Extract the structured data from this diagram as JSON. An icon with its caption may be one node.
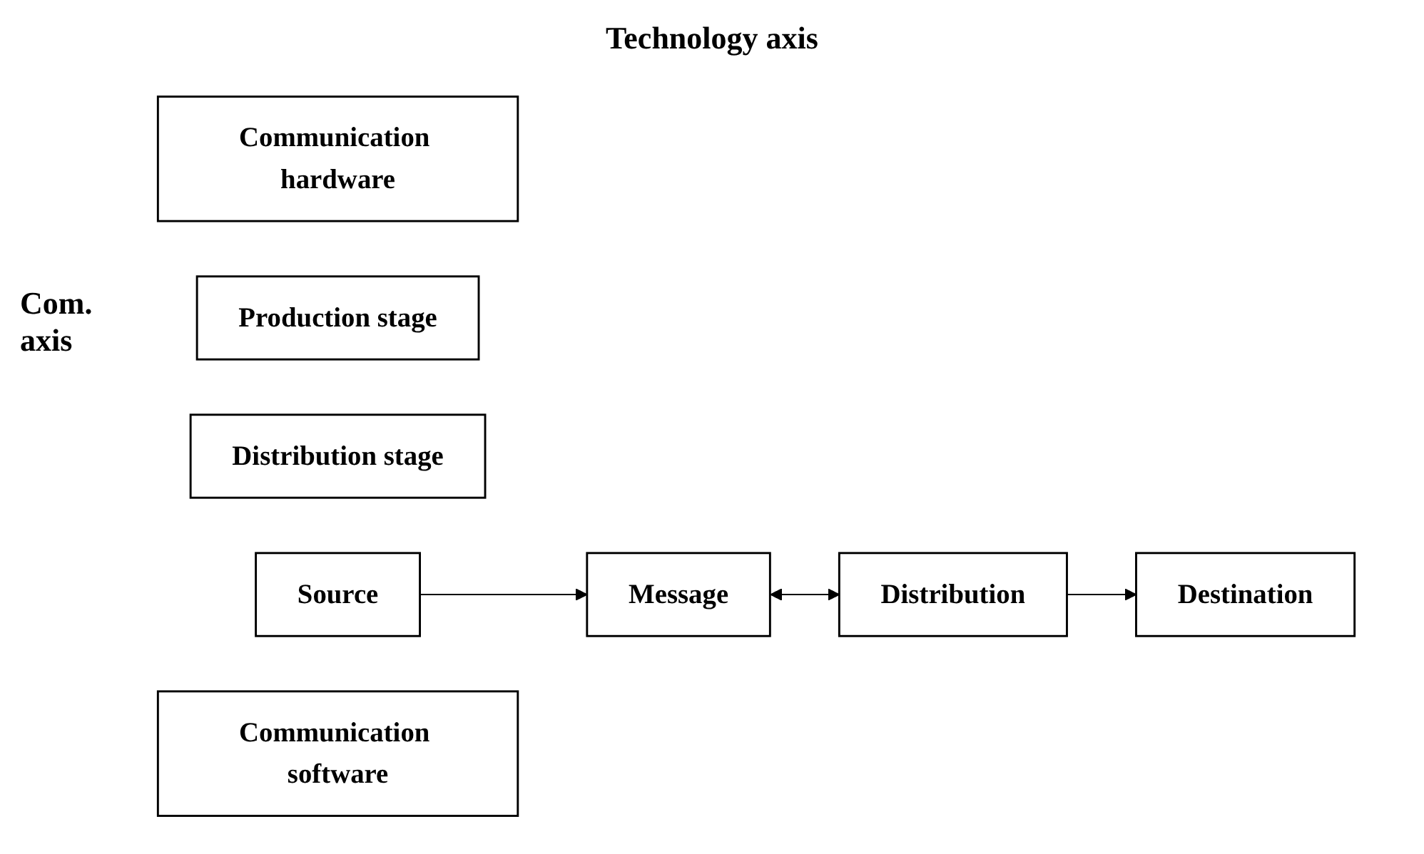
{
  "diagram": {
    "nodes": [
      {
        "text": [
          "Communication hardware"
        ]
      },
      {
        "text": [
          "Production stage"
        ]
      },
      {
        "text": [
          "Distribution stage"
        ]
      },
      {
        "text": [
          "Source"
        ]
      },
      {
        "text": [
          "Message"
        ]
      },
      {
        "text": [
          "Distribution"
        ]
      },
      {
        "text": [
          "Destination"
        ]
      },
      {
        "text": [
          "Communication software"
        ]
      }
    ],
    "edges": [
      {
        "from": 3,
        "to": 4,
        "arrow": "to"
      },
      {
        "from": 4,
        "to": 5,
        "arrow": "both"
      },
      {
        "from": 5,
        "to": 6,
        "arrow": "to"
      }
    ],
    "labels": [
      "Technology axis",
      "Com. axis"
    ]
  }
}
